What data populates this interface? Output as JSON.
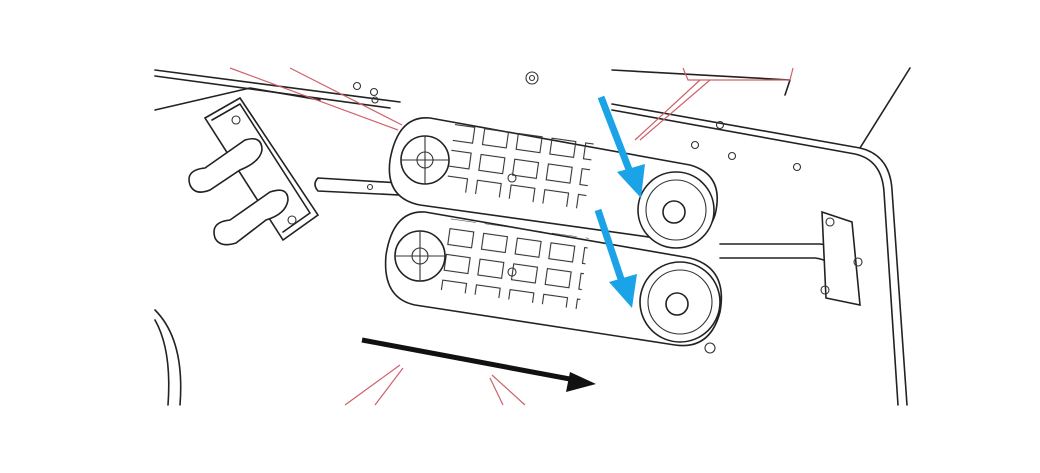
{
  "diagram": {
    "type": "mechanical-line-drawing",
    "colors": {
      "line": "#222222",
      "leader": "#d0606a",
      "direction_arrow": "#111111",
      "highlight_arrow": "#1aa3e6"
    },
    "highlight_arrows": [
      {
        "name": "upper-pulley-arrow",
        "icon": "arrow-down-right-icon"
      },
      {
        "name": "lower-pulley-arrow",
        "icon": "arrow-down-right-icon"
      }
    ],
    "direction_arrow": {
      "icon": "arrow-right-icon"
    }
  }
}
